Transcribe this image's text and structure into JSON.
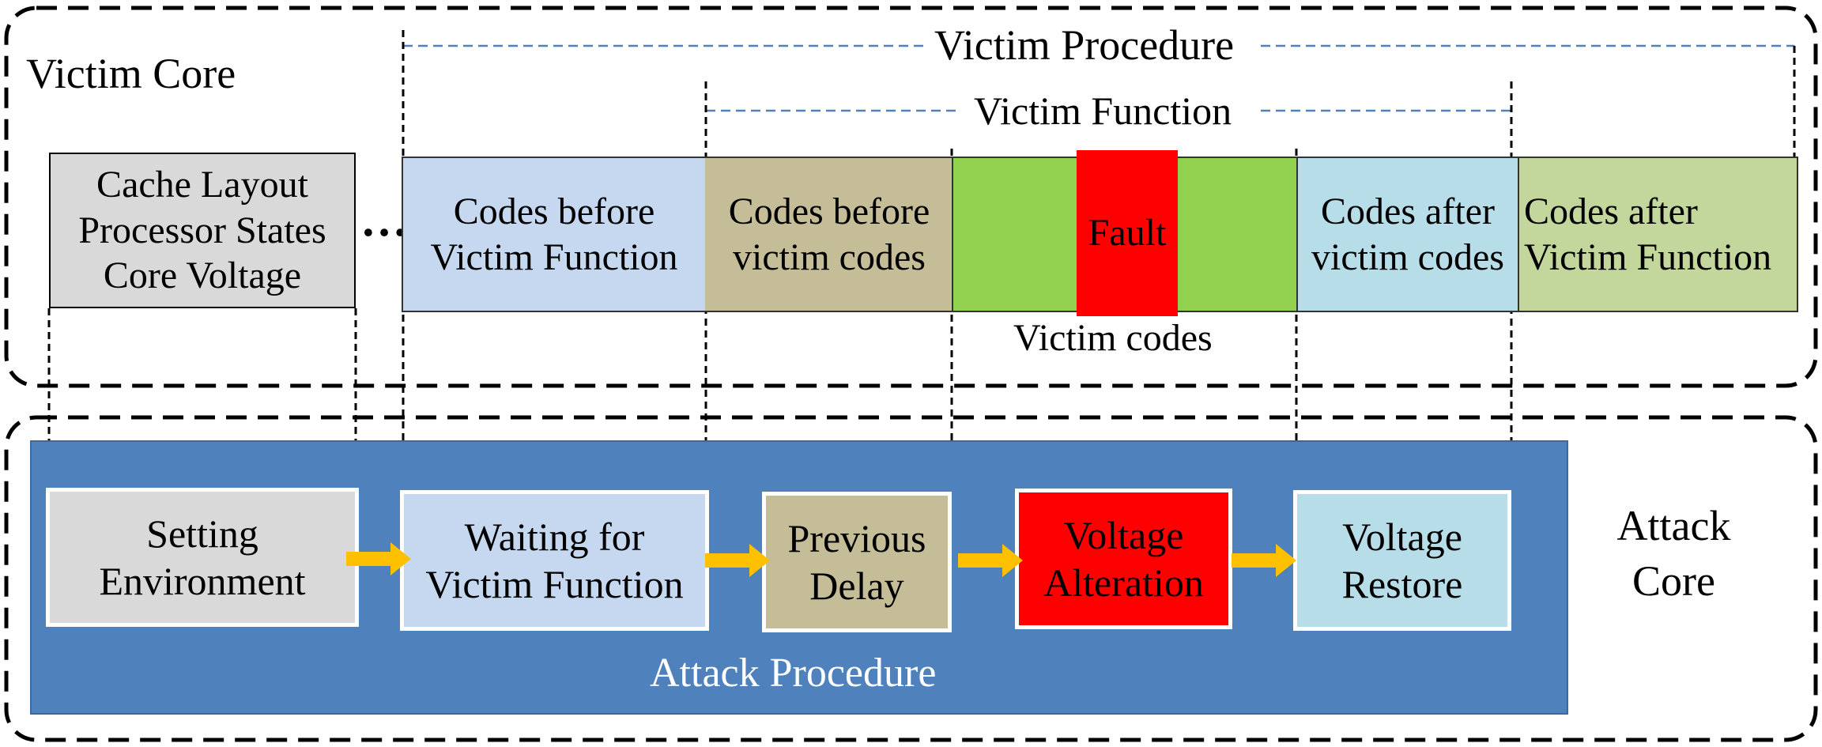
{
  "victim_core": {
    "label": "Victim Core",
    "procedure_label": "Victim Procedure",
    "function_label": "Victim Function",
    "codes_label": "Victim codes",
    "state_box": {
      "lines": [
        "Cache Layout",
        "Processor States",
        "Core Voltage"
      ]
    },
    "ellipsis": "…",
    "segments": [
      {
        "lines": [
          "Codes before",
          "Victim Function"
        ]
      },
      {
        "lines": [
          "Codes before",
          "victim codes"
        ]
      },
      {
        "lines": [
          "Fault"
        ]
      },
      {
        "lines": [
          "Codes after",
          "victim codes"
        ]
      },
      {
        "lines": [
          "Codes after",
          "Victim Function"
        ]
      }
    ]
  },
  "attack_core": {
    "label_lines": [
      "Attack",
      "Core"
    ],
    "procedure_label": "Attack Procedure",
    "steps": [
      {
        "lines": [
          "Setting",
          "Environment"
        ]
      },
      {
        "lines": [
          "Waiting for",
          "Victim Function"
        ]
      },
      {
        "lines": [
          "Previous",
          "Delay"
        ]
      },
      {
        "lines": [
          "Voltage",
          "Alteration"
        ]
      },
      {
        "lines": [
          "Voltage",
          "Restore"
        ]
      }
    ]
  },
  "colors": {
    "state_gray": "#d9d9d9",
    "light_blue": "#c6d8f0",
    "tan": "#c4bd97",
    "green": "#92d050",
    "red": "#ff0000",
    "cyan": "#b7dde8",
    "olive_green": "#c3d69b",
    "procedure_blue": "#4f81bd",
    "arrow_orange": "#ffc000",
    "dash_blue": "#4f81bd"
  }
}
